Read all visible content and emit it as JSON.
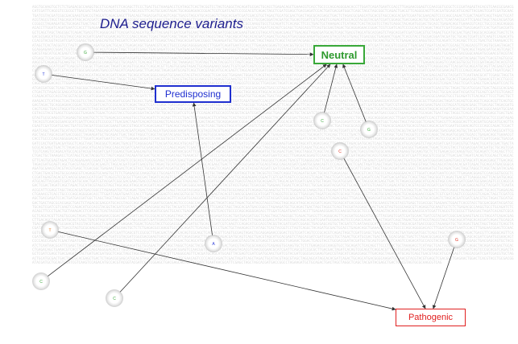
{
  "title": "DNA sequence variants",
  "background_sequence": "AGGTGCAAGTGCTCTCTGAGACGCCAAGGTGCCTGCAGATCTCACAGCTTCCCTGACTGCTAAAGACCTCATAGCTCACTACGGTCCTAGTCAGGCTACAGATGCGACTGCACCTGAGACAGCTGAAACGTCACCTGCCCCAGCAGGGGACACCTTGGATCAGATGAATCCACCTTGAGAACGGAGTCCAACGGTGCGCTCCCGATAGAGTACACGTCAACGCGAACGCATCGATTCAGCGTCCGCGCTTGACGACTAGATCACAGTCGCAGCTCAGCACGTTCAGTGCGAGTAGACTGCAGGAGAACCGGACTCGTCGATCAGTCCCGCACGTCAGACTAGCTCGATCGAGCTGACGAGATCCACTGATGACGATGGCTCAGCTAGCTAGCGGCTCAGACTGACGTTCAGGGCAGTTCACGATGCAGCATGCAGTTACGAGTCGATCGATGCAACTGATCGTACGATCGGCGACGAAGTGACCGTAGCATCAGACGAGCTTGACAGCTAGACGATGCAGTCAGCTGACGTAGCATGCACGAGTCTAGCACGATCGATCGACGTGCTAGACTGCATGCGACTGACTAGCGCACGAGCTGACTCTAGACGCGAGCATGCACGTAGCCAGCACGATCGAATGCGAACAGTCCCCAGCCAGACTCGACTAGATCAGCTAGACTGCATACGTAGCGTAGCTAGCAGCATAGCACACGATCAGACTGCAGCATGACGGGCAAGATGCGAACGTACGTACGTGAGCTCGACGGCTGAGAACTGGACTCACGTACCTGCGACGGATACGATGCTGCAGTCGATCGTCAAGTCCAGACATGCCACGTACGGTACGATCGATCGGAGCTGACGAGCAGTGCTACGATCTCAATAACGCATTCGAGCTAGCTAGCACGATGACCGGCCTAGAAGATGCTGCAGACTGACTAGCTAGGCTCAGCTACGATACGAGCTGACTGACGTAGTGCGCAAGCGTCAG",
  "categories": {
    "neutral": "Neutral",
    "predisposing": "Predisposing",
    "pathogenic": "Pathogenic"
  },
  "variants": [
    {
      "base": "G",
      "color": "#3aa83a"
    },
    {
      "base": "T",
      "color": "#2a3ad8"
    },
    {
      "base": "C",
      "color": "#3aa83a"
    },
    {
      "base": "G",
      "color": "#3aa83a"
    },
    {
      "base": "C",
      "color": "#e03020"
    },
    {
      "base": "T",
      "color": "#e08030"
    },
    {
      "base": "A",
      "color": "#2a3ad8"
    },
    {
      "base": "G",
      "color": "#e03020"
    },
    {
      "base": "C",
      "color": "#3aa83a"
    },
    {
      "base": "C",
      "color": "#3aa83a"
    }
  ]
}
